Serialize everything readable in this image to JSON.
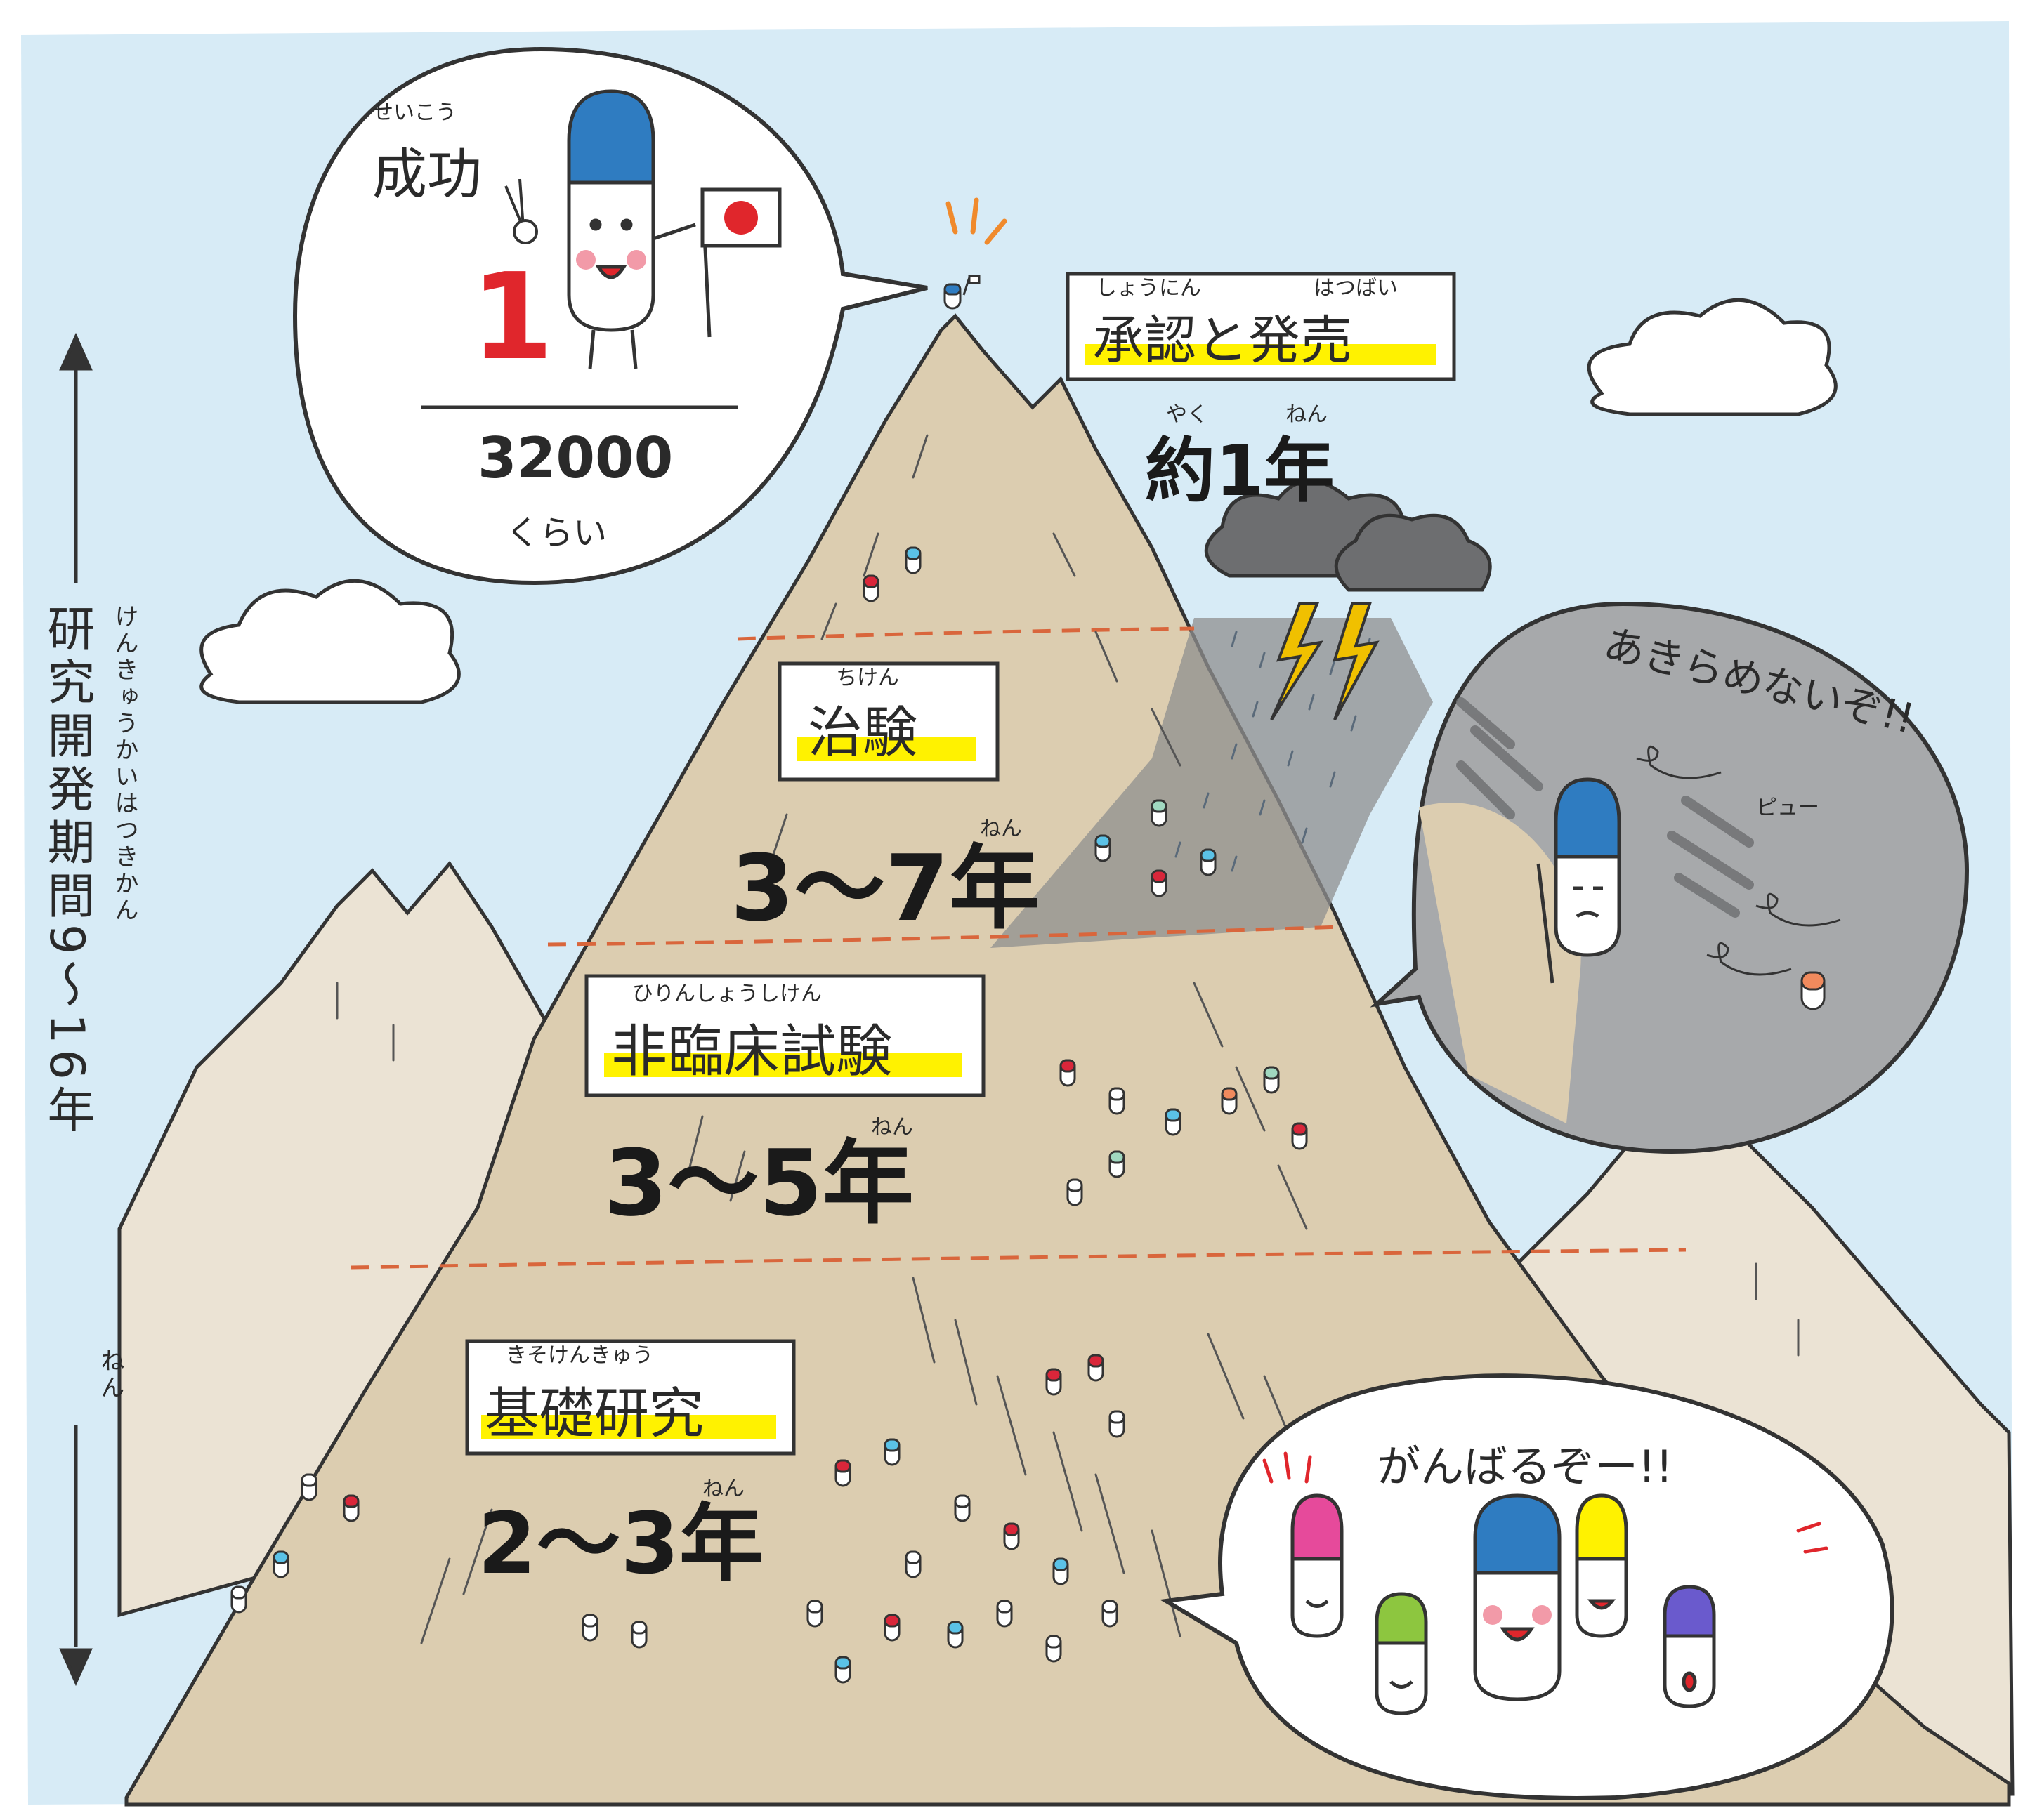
{
  "colors": {
    "sky": "#d7ebf6",
    "mountain_main": "#dccdb0",
    "mountain_back": "#ebe3d4",
    "storm": "#8f8f8f",
    "highlighter": "#fff200",
    "dashline": "#d9663c",
    "lightning": "#f0c000",
    "capsule_blue": "#2f7cc1",
    "flag_red": "#e0262c"
  },
  "side_axis": {
    "label": "研究開発期間9〜16年",
    "ruby": "けんきゅうかいはつきかん",
    "year_ruby": "ねん",
    "up_arrow_icon": "triangle-up",
    "down_arrow_icon": "triangle-down"
  },
  "success": {
    "ruby": "せいこう",
    "title": "成功",
    "numerator": "1",
    "denominator": "32000",
    "approx": "くらい",
    "flag_icon": "japan-flag"
  },
  "stages": [
    {
      "id": "approval",
      "name": "承認と発売",
      "ruby_left": "しょうにん",
      "ruby_right": "はつばい",
      "duration": "約1年",
      "duration_ruby_left": "やく",
      "duration_ruby_right": "ねん"
    },
    {
      "id": "clinical",
      "name": "治験",
      "ruby": "ちけん",
      "duration": "3〜7年",
      "duration_ruby": "ねん"
    },
    {
      "id": "nonclinical",
      "name": "非臨床試験",
      "ruby": "ひりんしょうしけん",
      "duration": "3〜5年",
      "duration_ruby": "ねん"
    },
    {
      "id": "basic",
      "name": "基礎研究",
      "ruby": "きそけんきゅう",
      "duration": "2〜3年",
      "duration_ruby": "ねん"
    }
  ],
  "bubbles": {
    "storm_shout": "あきらめないぞ!!",
    "wind_sound": "ピュー",
    "team_shout": "がんばるぞー!!"
  }
}
